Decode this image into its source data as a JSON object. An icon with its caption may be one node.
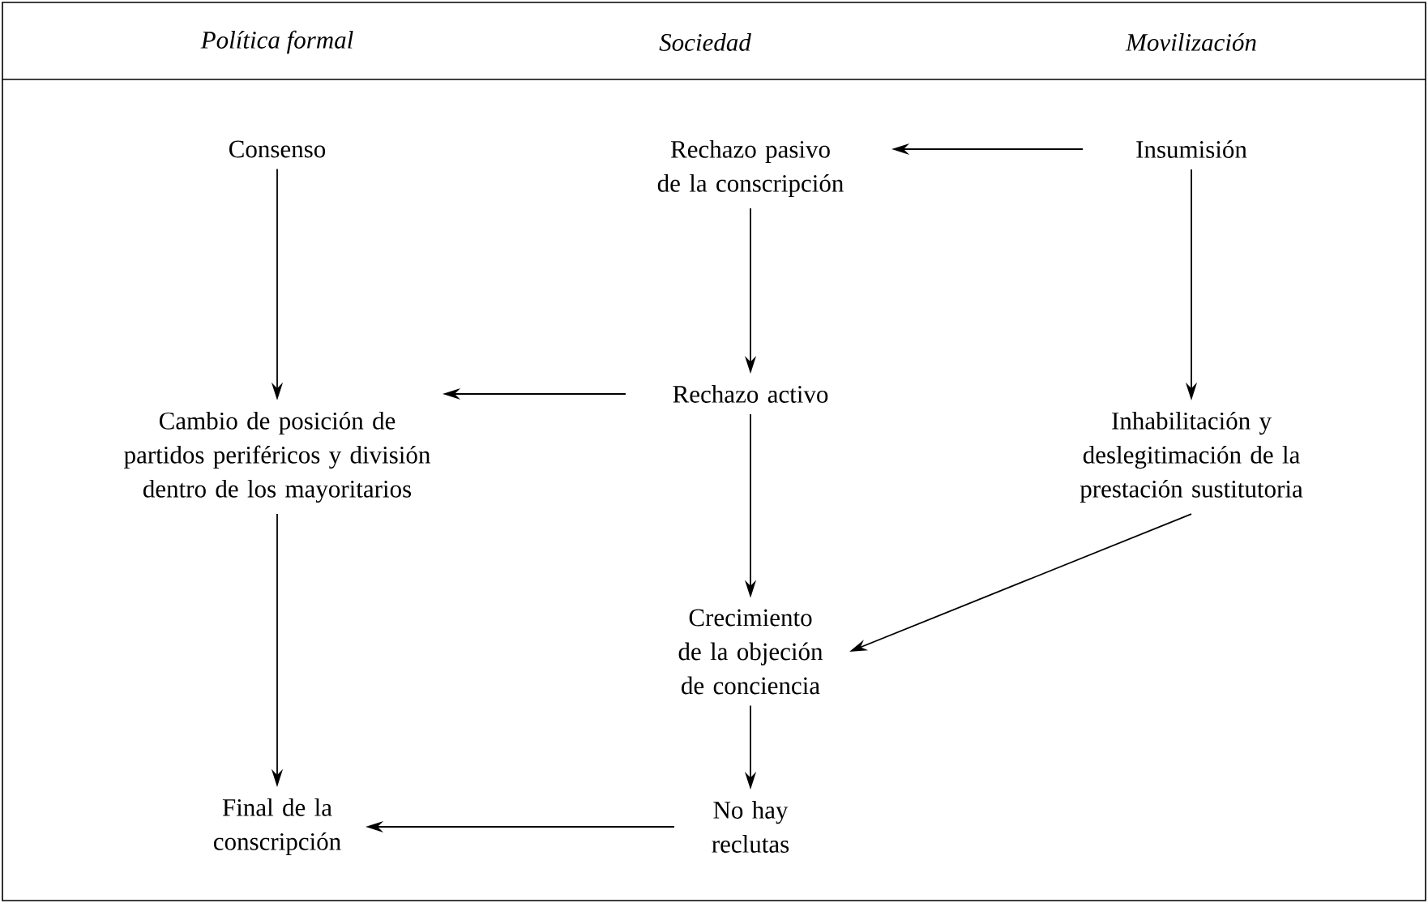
{
  "diagram": {
    "nodes": [
      {
        "text": [
          "Consenso"
        ]
      },
      {
        "text": [
          "Rechazo pasivo de la conscripción"
        ]
      },
      {
        "text": [
          "Insumisión"
        ]
      },
      {
        "text": [
          "Cambio de posición de partidos periféricos y división dentro de los mayoritarios"
        ]
      },
      {
        "text": [
          "Rechazo activo"
        ]
      },
      {
        "text": [
          "Inhabilitación y deslegitimación de la prestación sustitutoria"
        ]
      },
      {
        "text": [
          "Crecimiento de la objeción de conciencia"
        ]
      },
      {
        "text": [
          "No hay reclutas"
        ]
      },
      {
        "text": [
          "Final de la conscripción"
        ]
      }
    ],
    "edges": [
      {
        "from": 2,
        "to": 1,
        "arrow": "to"
      },
      {
        "from": 0,
        "to": 3,
        "arrow": "to"
      },
      {
        "from": 1,
        "to": 4,
        "arrow": "to"
      },
      {
        "from": 4,
        "to": 3,
        "arrow": "to"
      },
      {
        "from": 2,
        "to": 5,
        "arrow": "to"
      },
      {
        "from": 4,
        "to": 6,
        "arrow": "to"
      },
      {
        "from": 5,
        "to": 6,
        "arrow": "to"
      },
      {
        "from": 3,
        "to": 8,
        "arrow": "to"
      },
      {
        "from": 6,
        "to": 7,
        "arrow": "to"
      },
      {
        "from": 7,
        "to": 8,
        "arrow": "to"
      }
    ],
    "labels": [
      "Política formal",
      "Sociedad",
      "Movilización"
    ]
  }
}
